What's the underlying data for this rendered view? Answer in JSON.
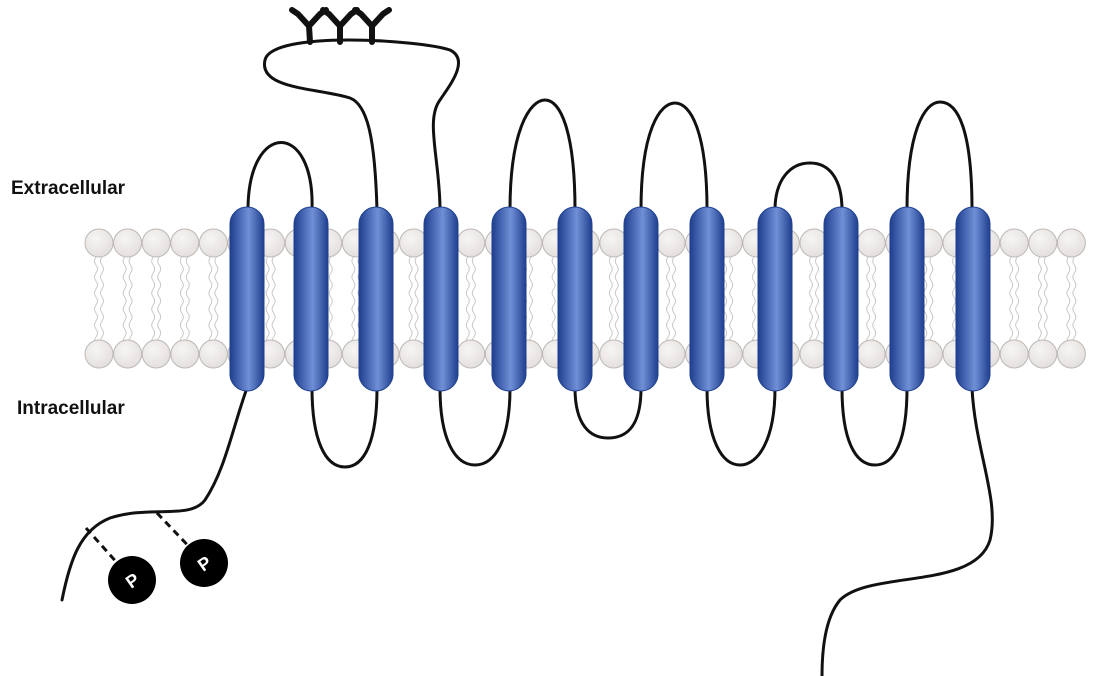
{
  "labels": {
    "extracellular": "Extracellular",
    "intracellular": "Intracellular"
  },
  "phosphate_label": "P",
  "phosphate_count": 2,
  "transmembrane_helix_count": 12,
  "glycosylation_count": 3,
  "colors": {
    "helix_dark": "#1f3f8f",
    "helix_light": "#6f8fd6",
    "chain": "#111111",
    "lipid_head_fill": "#ebe8e6",
    "lipid_head_stroke": "#bdb9b6",
    "lipid_tail": "#c8c8c8",
    "phosphate_fill": "#000000",
    "phosphate_text": "#ffffff"
  }
}
